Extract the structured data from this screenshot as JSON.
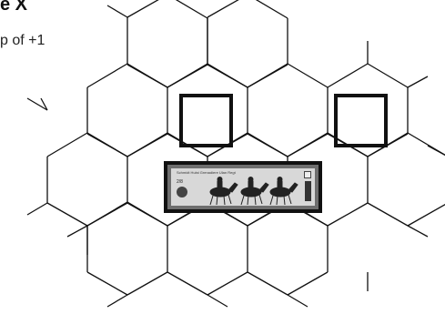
{
  "heading": {
    "title": "e X",
    "subtitle": "p of +1"
  },
  "map": {
    "line_color": "#111111",
    "background": "#ffffff"
  },
  "highlights": [
    {
      "name": "highlight-square-left"
    },
    {
      "name": "highlight-square-right"
    }
  ],
  "counter": {
    "label": "Schmidt Hulst Grenadiere Ulan Regt",
    "strength": "2/8",
    "figures": [
      "cavalry-rider-icon",
      "cavalry-rider-icon",
      "cavalry-rider-icon"
    ]
  }
}
